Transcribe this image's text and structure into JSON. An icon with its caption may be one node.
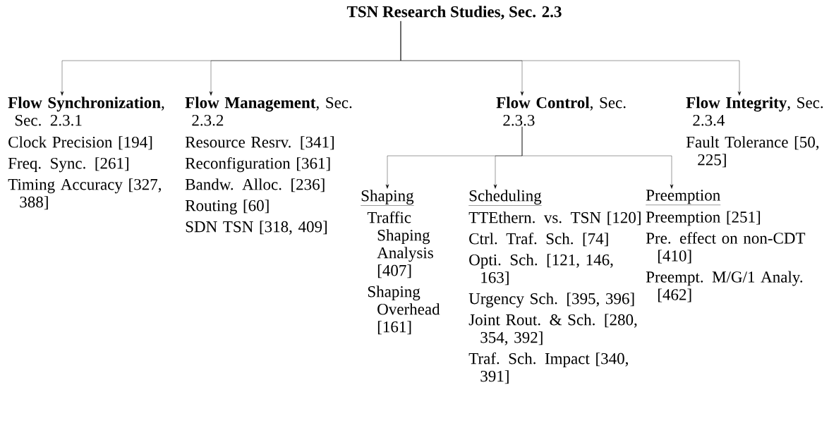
{
  "diagram": {
    "nodes": [
      {
        "text": [
          "TSN Research Studies, Sec. 2.3"
        ]
      },
      {
        "text": [
          "**Flow Synchronization**, Sec. 2.3.1",
          "Clock Precision [194]",
          "Freq. Sync. [261]",
          "Timing Accuracy [327, 388]"
        ]
      },
      {
        "text": [
          "**Flow Management**, Sec. 2.3.2",
          "Resource Resrv. [341]",
          "Reconfiguration [361]",
          "Bandw. Alloc. [236]",
          "Routing [60]",
          "SDN TSN [318, 409]"
        ]
      },
      {
        "text": [
          "**Flow Control**, Sec. 2.3.3"
        ]
      },
      {
        "text": [
          "**Flow Integrity**, Sec. 2.3.4",
          "Fault Tolerance [50, 225]"
        ]
      },
      {
        "text": [
          "Shaping",
          "Traffic Shaping Analysis [407]",
          "Shaping Overhead [161]"
        ]
      },
      {
        "text": [
          "Scheduling",
          "TTEthern. vs. TSN [120]",
          "Ctrl. Traf. Sch. [74]",
          "Opti. Sch. [121, 146, 163]",
          "Urgency Sch. [395, 396]",
          "Joint Rout. & Sch. [280, 354, 392]",
          "Traf. Sch. Impact [340, 391]"
        ]
      },
      {
        "text": [
          "Preemption",
          "Preemption [251]",
          "Pre. effect on non-CDT [410]",
          "Preempt. M/G/1 Analy. [462]"
        ]
      }
    ],
    "edges": [
      {
        "from": 0,
        "to": 1,
        "arrow": "to"
      },
      {
        "from": 0,
        "to": 2,
        "arrow": "to"
      },
      {
        "from": 0,
        "to": 3,
        "arrow": "to"
      },
      {
        "from": 0,
        "to": 4,
        "arrow": "to"
      },
      {
        "from": 3,
        "to": 5,
        "arrow": "to"
      },
      {
        "from": 3,
        "to": 6,
        "arrow": "to"
      },
      {
        "from": 3,
        "to": 7,
        "arrow": "to"
      }
    ]
  }
}
